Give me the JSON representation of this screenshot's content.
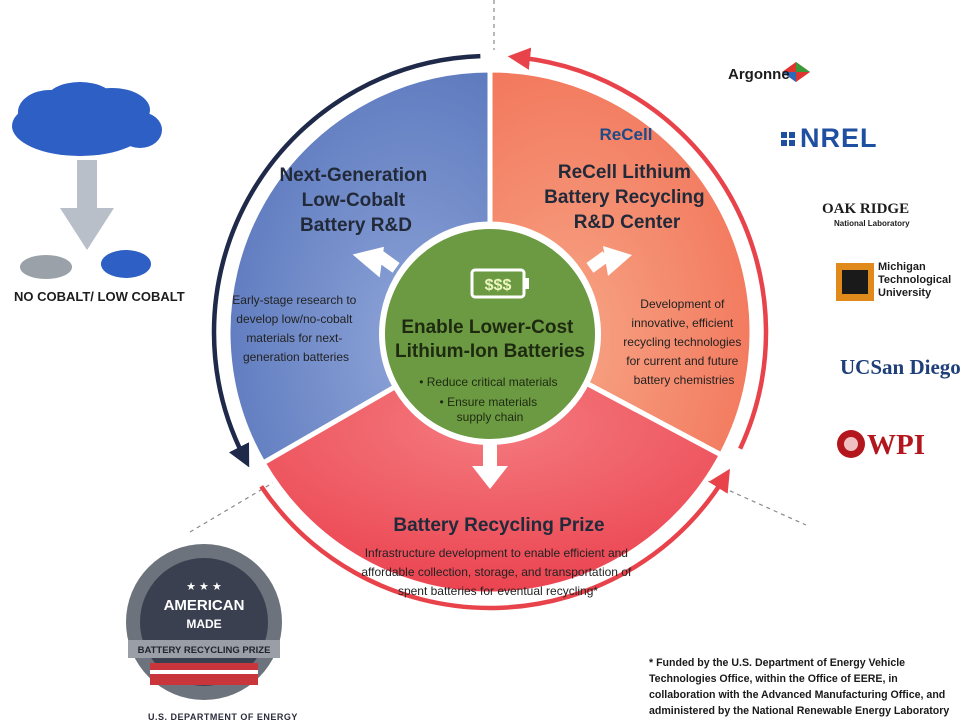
{
  "colors": {
    "blue_segment": "#6a86c8",
    "orange_segment": "#f48a6a",
    "red_segment": "#ef5360",
    "center_green": "#6c9a43",
    "arc_dark": "#1f2a4a",
    "arc_red": "#e8434a"
  },
  "segments": {
    "rd": {
      "title": [
        "Next-Generation",
        "Low-Cobalt",
        "Battery R&D"
      ],
      "body": [
        "Early-stage research to",
        "develop low/no-cobalt",
        "materials for next-",
        "generation batteries"
      ]
    },
    "recell": {
      "logo": "ReCell",
      "title": [
        "ReCell Lithium",
        "Battery Recycling",
        "R&D Center"
      ],
      "body": [
        "Development of",
        "innovative, efficient",
        "recycling technologies",
        "for current and future",
        "battery chemistries"
      ]
    },
    "prize": {
      "title": [
        "Battery Recycling Prize"
      ],
      "body": [
        "Infrastructure development to enable efficient and",
        "affordable collection, storage, and transportation of",
        "spent batteries for eventual recycling*"
      ]
    }
  },
  "center": {
    "icon_text": "$$$",
    "title": [
      "Enable Lower-Cost",
      "Lithium-Ion Batteries"
    ],
    "bullets": [
      "• Reduce critical materials",
      "• Ensure materials",
      "supply chain"
    ]
  },
  "cobalt_label": "NO COBALT/ LOW COBALT",
  "partners": {
    "argonne": "Argonne",
    "nrel": "NREL",
    "oakridge": [
      "OAK RIDGE",
      "National Laboratory"
    ],
    "michigan": [
      "Michigan",
      "Technological",
      "University"
    ],
    "ucsd": "UCSan Diego",
    "wpi": "WPI"
  },
  "badge": {
    "top": "AMERICAN",
    "middle": "MADE",
    "ribbon": "BATTERY RECYCLING PRIZE",
    "agency": "U.S. DEPARTMENT OF ENERGY"
  },
  "footnote": "* Funded by the U.S. Department of Energy Vehicle Technologies Office, within the Office of EERE, in collaboration with the Advanced Manufacturing Office, and administered by the National Renewable Energy Laboratory"
}
